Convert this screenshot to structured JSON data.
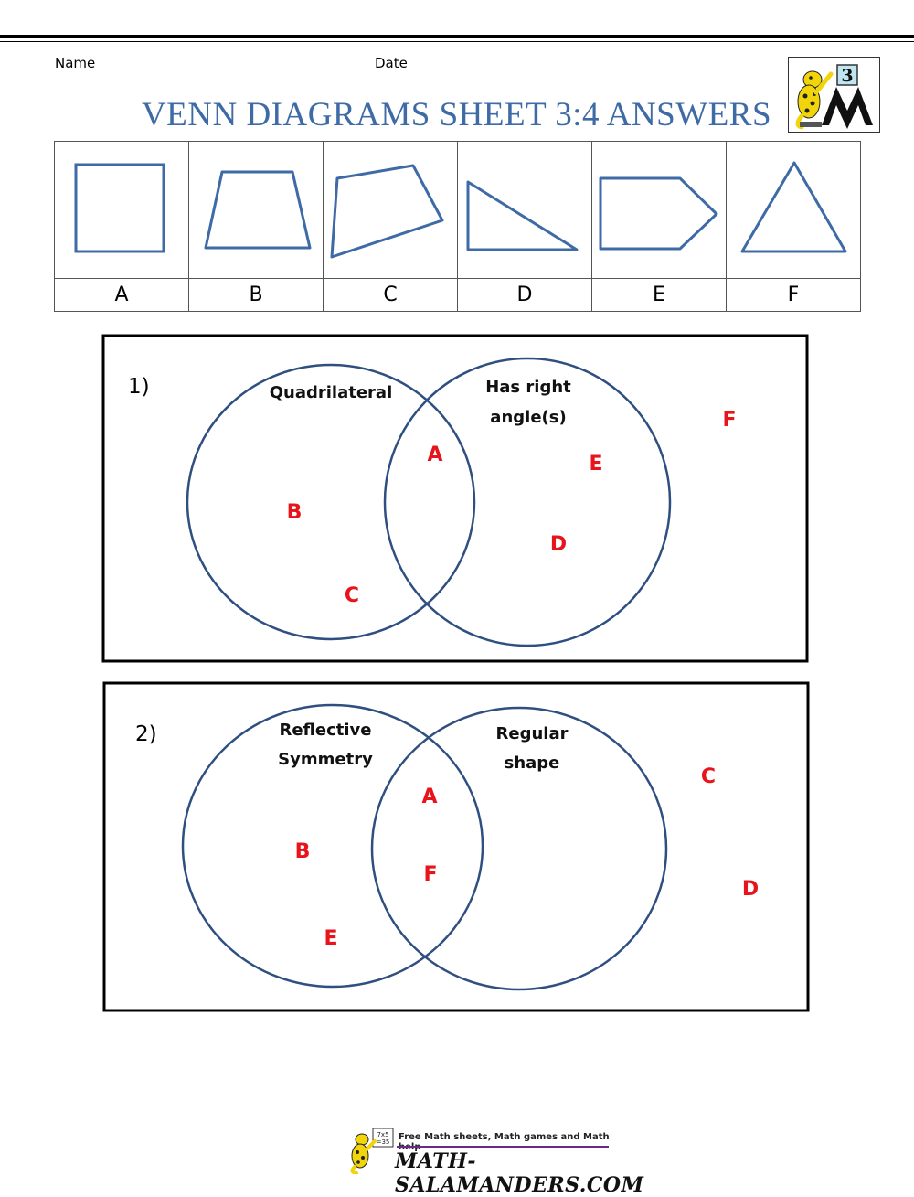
{
  "header": {
    "name_label": "Name",
    "date_label": "Date",
    "title": "VENN DIAGRAMS SHEET 3:4 ANSWERS",
    "grade_badge": "3"
  },
  "shapes": {
    "letters": [
      "A",
      "B",
      "C",
      "D",
      "E",
      "F"
    ],
    "stroke_color": "#3e6aa6"
  },
  "venn": [
    {
      "number": "1)",
      "left_label": [
        "Quadrilateral"
      ],
      "right_label": [
        "Has right",
        "angle(s)"
      ],
      "answers": {
        "left_only": [
          "B",
          "C"
        ],
        "both": [
          "A"
        ],
        "right_only": [
          "E",
          "D"
        ],
        "outside": [
          "F"
        ]
      }
    },
    {
      "number": "2)",
      "left_label": [
        "Reflective",
        "Symmetry"
      ],
      "right_label": [
        "Regular",
        "shape"
      ],
      "answers": {
        "left_only": [
          "B",
          "E"
        ],
        "both": [
          "A",
          "F"
        ],
        "right_only": [],
        "outside": [
          "C",
          "D"
        ]
      }
    }
  ],
  "colors": {
    "title": "#3e6aa6",
    "circle": "#2f4f80",
    "answer": "#e8141b"
  },
  "footer": {
    "tagline": "Free Math sheets, Math games and Math help",
    "site": "MATH-SALAMANDERS.COM"
  }
}
